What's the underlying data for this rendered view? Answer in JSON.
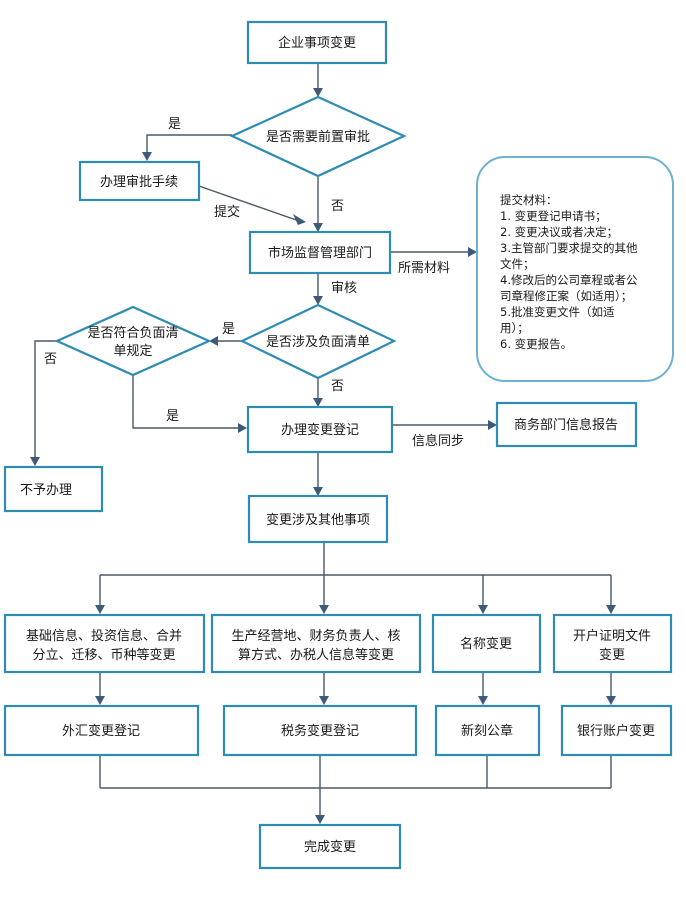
{
  "nodes": {
    "start": "企业事项变更",
    "pre_approval_q": "是否需要前置审批",
    "handle_approval": "办理审批手续",
    "market_dept": "市场监督管理部门",
    "negative_list_q": "是否涉及负面清单",
    "compliant_q_line1": "是否符合负面清",
    "compliant_q_line2": "单规定",
    "handle_change": "办理变更登记",
    "reject": "不予办理",
    "commerce_report": "商务部门信息报告",
    "other_matters": "变更涉及其他事项",
    "basic_info_line1": "基础信息、投资信息、合并",
    "basic_info_line2": "分立、迁移、币种等变更",
    "production_line1": "生产经营地、财务负责人、核",
    "production_line2": "算方式、办税人信息等变更",
    "name_change": "名称变更",
    "account_cert_line1": "开户证明文件",
    "account_cert_line2": "变更",
    "forex": "外汇变更登记",
    "tax": "税务变更登记",
    "seal": "新刻公章",
    "bank": "银行账户变更",
    "finish": "完成变更"
  },
  "materials": [
    "提交材料：",
    "1. 变更登记申请书；",
    "2. 变更决议或者决定；",
    "3.主管部门要求提交的其他",
    "文件；",
    "4.修改后的公司章程或者公",
    "司章程修正案（如适用）；",
    "5.批准变更文件（如适",
    "用）；",
    "6. 变更报告。"
  ],
  "edge_labels": {
    "yes_pre": "是",
    "submit": "提交",
    "no_pre": "否",
    "materials_needed": "所需材料",
    "review": "审核",
    "yes_neg": "是",
    "no_neg": "否",
    "no_compliant": "否",
    "yes_compliant": "是",
    "info_sync": "信息同步"
  }
}
